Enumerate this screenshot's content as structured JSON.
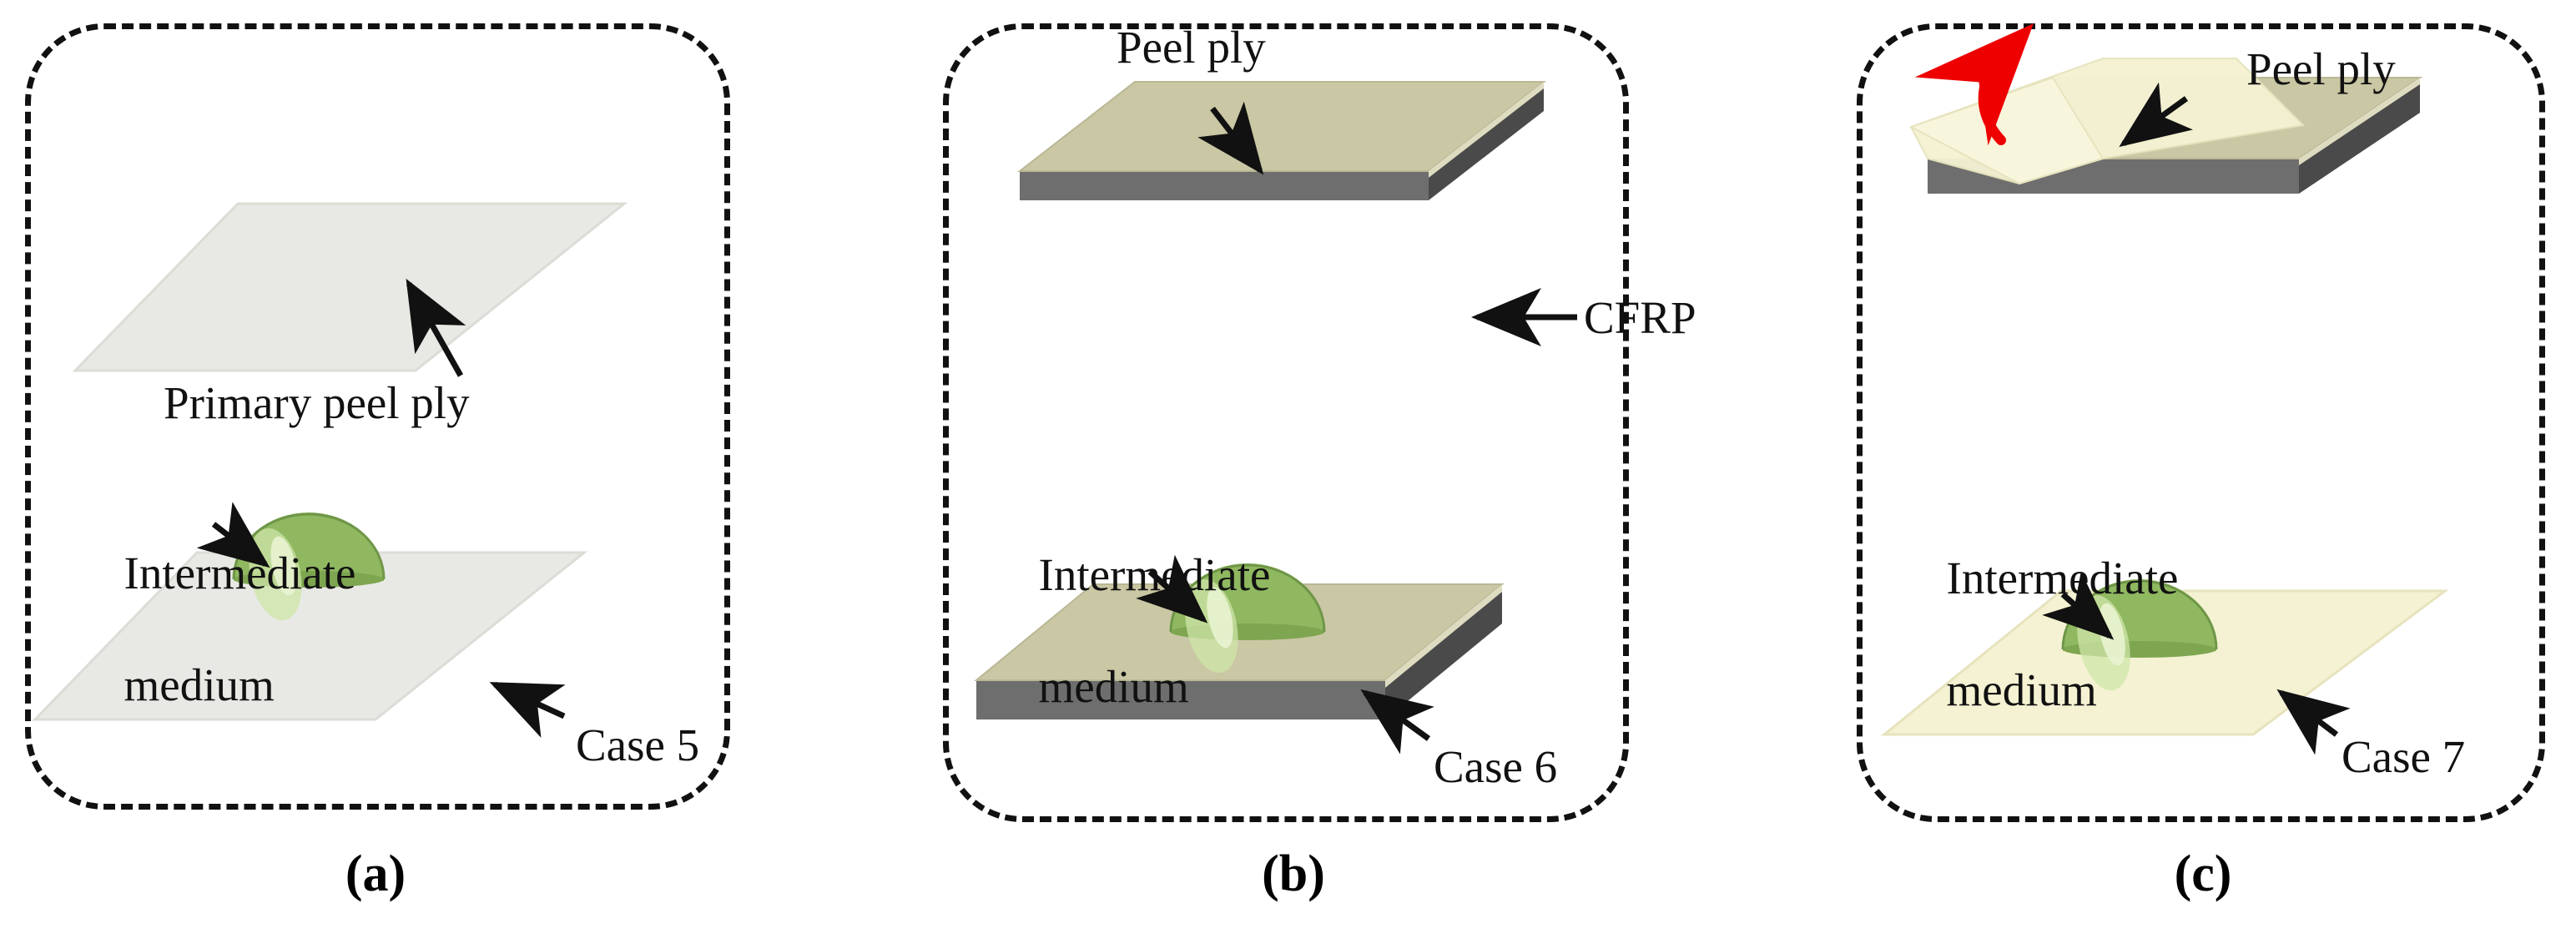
{
  "figure": {
    "type": "schematic-diagram",
    "background": "#ffffff",
    "panel_count": 3
  },
  "colors": {
    "primary_peel_ply": "#e8e9e4",
    "peel_ply_khaki": "#c9c7a4",
    "peel_ply_pale_yellow": "#f4f2d2",
    "cfrp_edge_dark": "#4a4a4a",
    "cfrp_edge_mid": "#6e6e6e",
    "cfrp_edge_light": "#8a8a8a",
    "dome_green": "#8fb860",
    "dome_highlight": "#dcecc0",
    "arrow_black": "#111111",
    "arrow_red": "#ee0000",
    "dash_border": "#111111"
  },
  "panels": [
    {
      "id": "a",
      "caption": "(a)",
      "case_label": "Case 5",
      "labels": {
        "top_sheet": "Primary peel ply",
        "medium_line1": "Intermediate",
        "medium_line2": "medium"
      },
      "has_cfrp": false,
      "has_red_arrow": false
    },
    {
      "id": "b",
      "caption": "(b)",
      "case_label": "Case 6",
      "labels": {
        "top_sheet": "Peel ply",
        "substrate": "CFRP",
        "medium_line1": "Intermediate",
        "medium_line2": "medium"
      },
      "has_cfrp": true,
      "has_red_arrow": false
    },
    {
      "id": "c",
      "caption": "(c)",
      "case_label": "Case 7",
      "labels": {
        "top_sheet": "Peel ply",
        "medium_line1": "Intermediate",
        "medium_line2": "medium"
      },
      "has_cfrp": true,
      "has_red_arrow": true
    }
  ]
}
